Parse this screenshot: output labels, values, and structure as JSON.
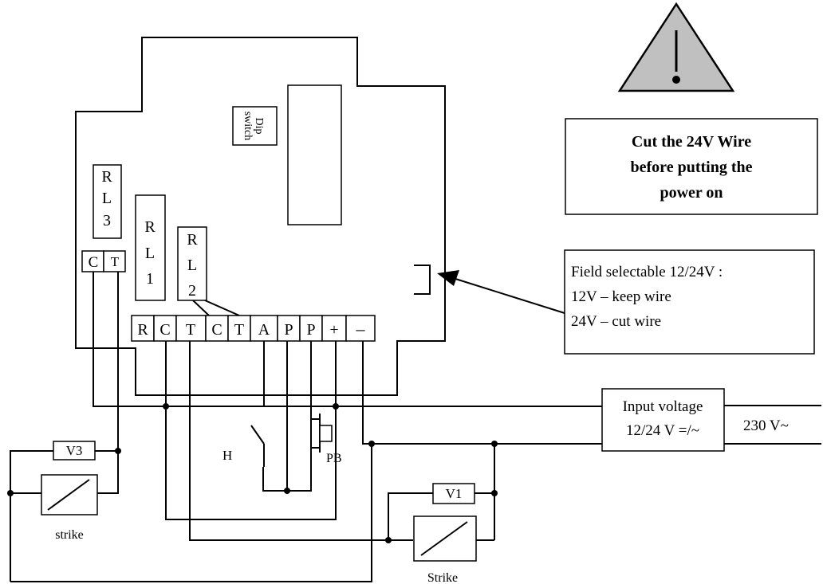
{
  "warning": {
    "icon": "warning-triangle-icon",
    "triangle_fill": "#c0c0c0",
    "message_lines": [
      "Cut the 24V Wire",
      "before putting the",
      "power on"
    ]
  },
  "dip_switch": {
    "lines": [
      "Dip",
      "switch"
    ]
  },
  "relays": {
    "rl3": [
      "R",
      "L",
      "3"
    ],
    "rl1": [
      "R",
      "L",
      "1"
    ],
    "rl2": [
      "R",
      "L",
      "2"
    ]
  },
  "rl3_terminals": [
    "C",
    "T"
  ],
  "terminals": [
    "R",
    "C",
    "T",
    "C",
    "T",
    "A",
    "P",
    "P",
    "+",
    "–"
  ],
  "field_note": {
    "lines": [
      "Field selectable 12/24V :",
      "12V – keep wire",
      "24V – cut wire"
    ]
  },
  "input_voltage": {
    "lines": [
      "Input voltage",
      "12/24 V =/~"
    ]
  },
  "mains": "230 V~",
  "varistors": {
    "v3": "V3",
    "v1": "V1"
  },
  "labels": {
    "h": "H",
    "pb": "PB",
    "strike_left": "strike",
    "strike_right": "Strike"
  }
}
